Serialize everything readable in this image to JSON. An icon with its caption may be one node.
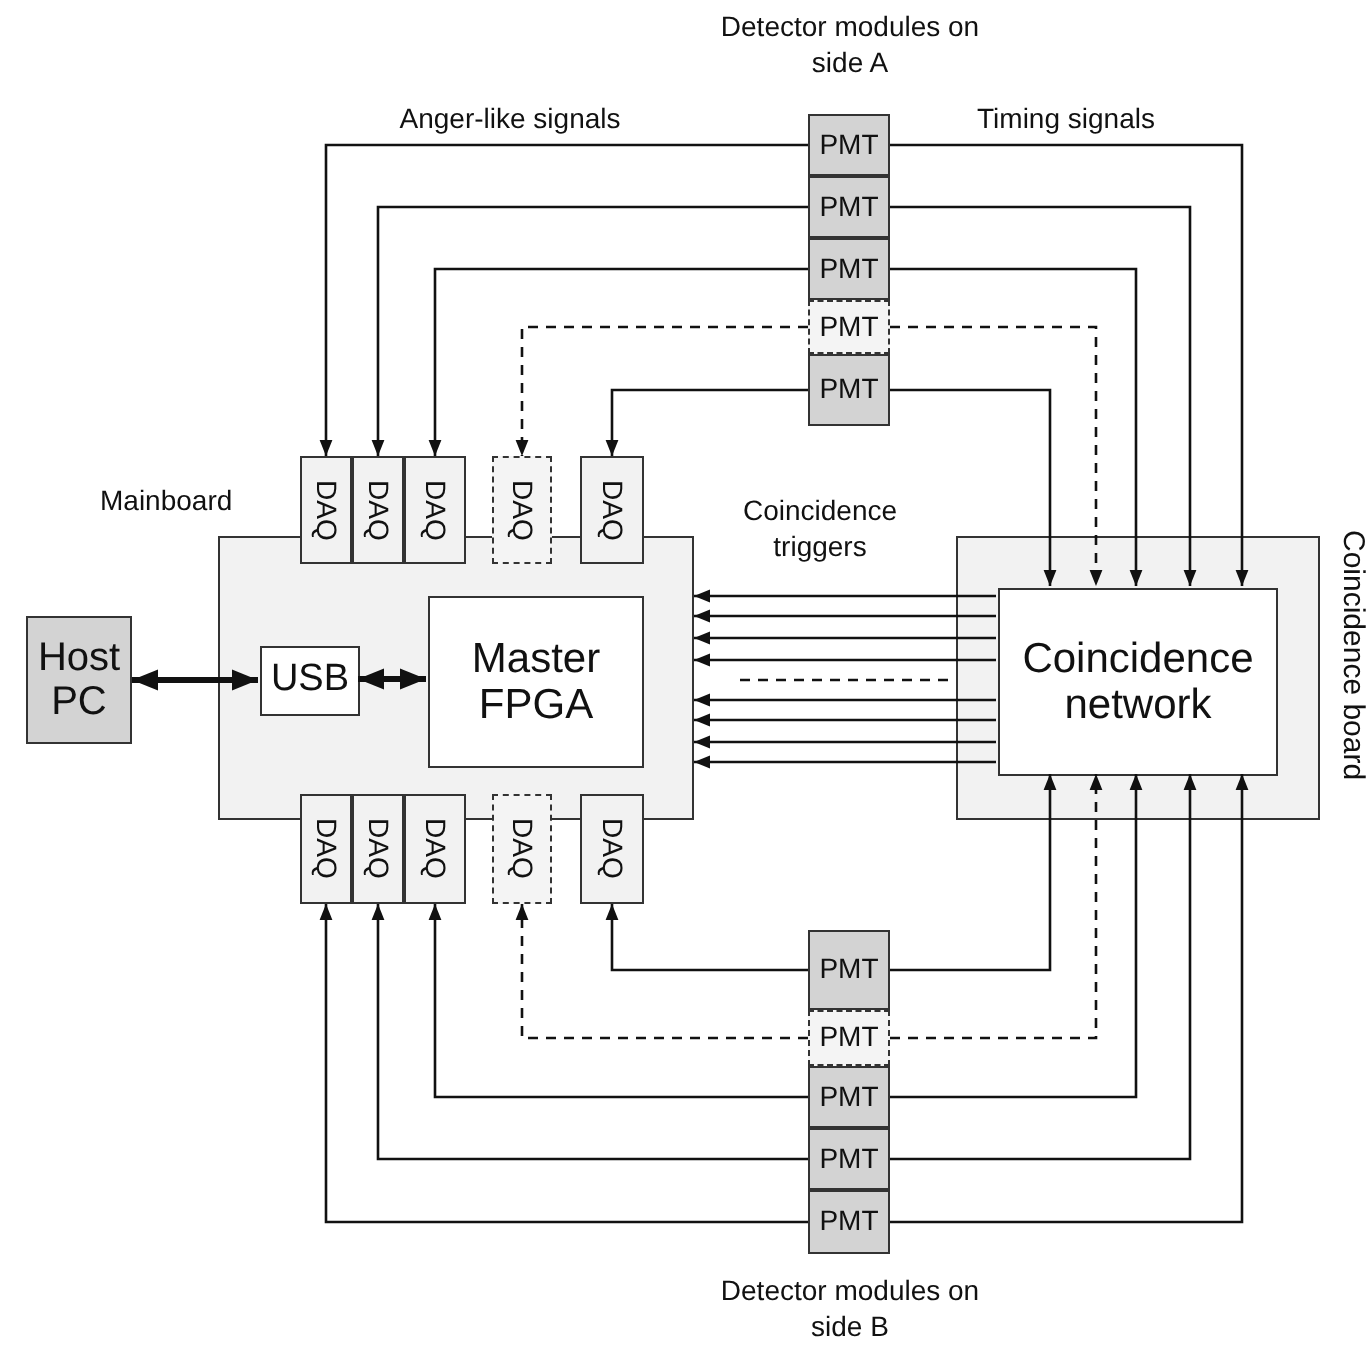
{
  "diagram": {
    "nodes": [
      {
        "text": [
          "PMT"
        ]
      },
      {
        "text": [
          "PMT"
        ]
      },
      {
        "text": [
          "PMT"
        ]
      },
      {
        "text": [
          "PMT"
        ]
      },
      {
        "text": [
          "PMT"
        ]
      },
      {
        "text": [
          "Mainboard"
        ]
      },
      {
        "text": [
          "DAQ"
        ]
      },
      {
        "text": [
          "DAQ"
        ]
      },
      {
        "text": [
          "DAQ"
        ]
      },
      {
        "text": [
          "DAQ"
        ]
      },
      {
        "text": [
          "DAQ"
        ]
      },
      {
        "text": [
          "Host PC"
        ]
      },
      {
        "text": [
          "USB"
        ],
        "in": 5
      },
      {
        "text": [
          "Master FPGA"
        ],
        "in": 5
      },
      {
        "text": [
          "Coincidence board"
        ]
      },
      {
        "text": [
          "Coincidence network"
        ],
        "in": 14
      },
      {
        "text": [
          "DAQ"
        ]
      },
      {
        "text": [
          "DAQ"
        ]
      },
      {
        "text": [
          "DAQ"
        ]
      },
      {
        "text": [
          "DAQ"
        ]
      },
      {
        "text": [
          "DAQ"
        ]
      },
      {
        "text": [
          "PMT"
        ]
      },
      {
        "text": [
          "PMT"
        ]
      },
      {
        "text": [
          "PMT"
        ]
      },
      {
        "text": [
          "PMT"
        ]
      },
      {
        "text": [
          "PMT"
        ]
      }
    ],
    "edges": [
      {
        "from": 0,
        "to": 6,
        "arrow": "to"
      },
      {
        "from": 0,
        "to": 15,
        "arrow": "to"
      },
      {
        "from": 1,
        "to": 7,
        "arrow": "to"
      },
      {
        "from": 1,
        "to": 15,
        "arrow": "to"
      },
      {
        "from": 2,
        "to": 8,
        "arrow": "to"
      },
      {
        "from": 2,
        "to": 15,
        "arrow": "to"
      },
      {
        "from": 3,
        "to": 9,
        "arrow": "to",
        "style": "dashed"
      },
      {
        "from": 3,
        "to": 15,
        "arrow": "to",
        "style": "dashed"
      },
      {
        "from": 4,
        "to": 10,
        "arrow": "to"
      },
      {
        "from": 4,
        "to": 15,
        "arrow": "to"
      },
      {
        "from": 11,
        "to": 12,
        "arrow": "both",
        "style": "thick"
      },
      {
        "from": 12,
        "to": 13,
        "arrow": "both",
        "style": "thick"
      },
      {
        "from": 15,
        "to": 5,
        "arrow": "to"
      },
      {
        "from": 15,
        "to": 5,
        "arrow": "to"
      },
      {
        "from": 15,
        "to": 5,
        "arrow": "to"
      },
      {
        "from": 15,
        "to": 5,
        "arrow": "to"
      },
      {
        "from": 15,
        "to": 5,
        "arrow": "to"
      },
      {
        "from": 15,
        "to": 5,
        "arrow": "to"
      },
      {
        "from": 15,
        "to": 5,
        "arrow": "to"
      },
      {
        "from": 15,
        "to": 5,
        "arrow": "to"
      },
      {
        "from": 21,
        "to": 20,
        "arrow": "to"
      },
      {
        "from": 21,
        "to": 15,
        "arrow": "to"
      },
      {
        "from": 22,
        "to": 19,
        "arrow": "to",
        "style": "dashed"
      },
      {
        "from": 22,
        "to": 15,
        "arrow": "to",
        "style": "dashed"
      },
      {
        "from": 23,
        "to": 18,
        "arrow": "to"
      },
      {
        "from": 23,
        "to": 15,
        "arrow": "to"
      },
      {
        "from": 24,
        "to": 17,
        "arrow": "to"
      },
      {
        "from": 24,
        "to": 15,
        "arrow": "to"
      },
      {
        "from": 25,
        "to": 16,
        "arrow": "to"
      },
      {
        "from": 25,
        "to": 15,
        "arrow": "to"
      }
    ],
    "labels": [
      "Detector modules on side A",
      "Anger-like signals",
      "Timing signals",
      "Coincidence triggers",
      "Detector modules on side B"
    ]
  }
}
